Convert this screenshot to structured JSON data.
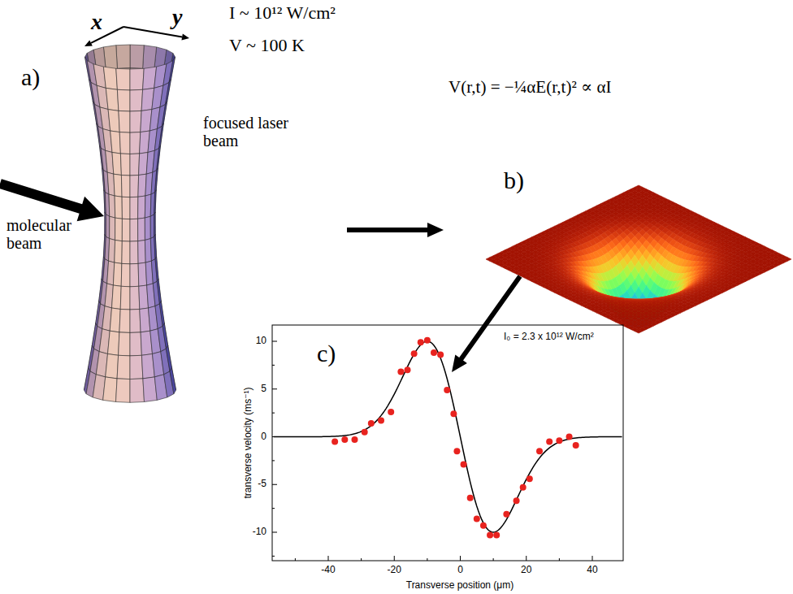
{
  "diagram": {
    "labels": [
      "x",
      "y",
      "a)",
      "I ~ 10¹² W/cm²",
      "V ~ 100 K",
      "V(r,t) = −¼αE(r,t)² ∝ αI",
      "focused laser beam",
      "molecular beam",
      "b)",
      "c)",
      "I₀ = 2.3 x 10¹² W/cm²",
      "transverse velocity (ms⁻¹)",
      "Transverse position (μm)",
      "10",
      "5",
      "0",
      "-5",
      "-10",
      "-40",
      "-20",
      "0",
      "20",
      "40"
    ]
  }
}
